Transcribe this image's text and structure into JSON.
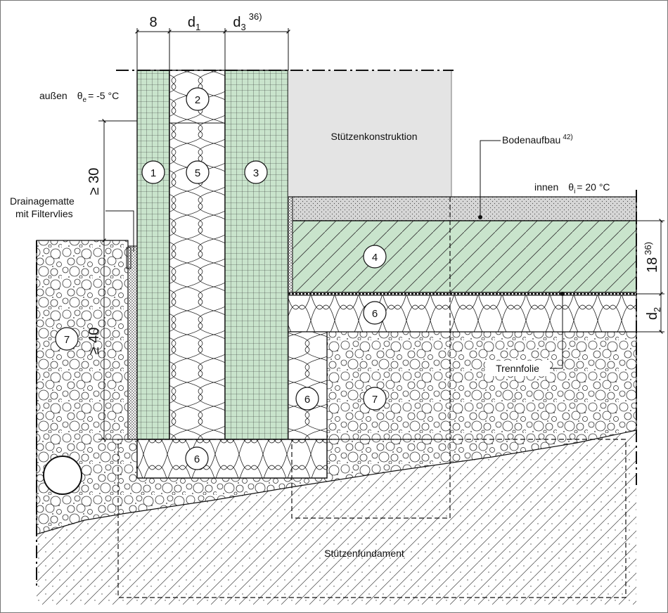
{
  "dims": {
    "d_8": "8",
    "d_d1": "d",
    "d_d1_sub": "1",
    "d_d3": "d",
    "d_d3_sub": "3",
    "d_d3_sup": "36)",
    "v_min30": "≥ 30",
    "v_min40": "≥ 40",
    "v_18": "18",
    "v_18_sup": "36)",
    "v_d2": "d",
    "v_d2_sub": "2"
  },
  "labels": {
    "outside": "außen",
    "theta_e": "θ",
    "theta_e_sub": "e",
    "theta_e_val": "=  -5 °C",
    "inside": "innen",
    "theta_i": "θ",
    "theta_i_sub": "i",
    "theta_i_val": "=  20 °C",
    "column": "Stützenkonstruktion",
    "floor": "Bodenaufbau",
    "floor_sup": "42)",
    "drain_1": "Drainagematte",
    "drain_2": "mit Filtervlies",
    "separator": "Trennfolie",
    "foundation": "Stützenfundament"
  },
  "markers": [
    "1",
    "2",
    "3",
    "4",
    "5",
    "6",
    "6",
    "6",
    "7",
    "7"
  ],
  "colors": {
    "green": "#c9e4cc",
    "gray_block": "#e4e4e4",
    "screed": "#d6d6d6",
    "line": "#111111"
  }
}
